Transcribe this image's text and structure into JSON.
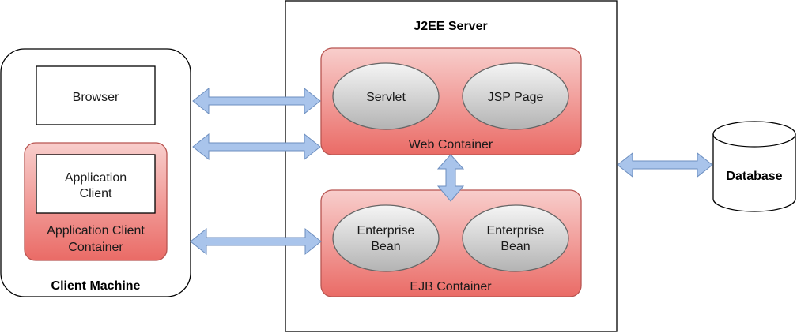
{
  "j2ee_server": {
    "title": "J2EE Server"
  },
  "client_machine": {
    "title": "Client Machine",
    "browser": "Browser",
    "application_client": {
      "line1": "Application",
      "line2": "Client"
    },
    "application_client_container": {
      "line1": "Application Client",
      "line2": "Container"
    }
  },
  "web_container": {
    "label": "Web Container",
    "servlet": "Servlet",
    "jsp_page": "JSP Page"
  },
  "ejb_container": {
    "label": "EJB Container",
    "bean_left": {
      "line1": "Enterprise",
      "line2": "Bean"
    },
    "bean_right": {
      "line1": "Enterprise",
      "line2": "Bean"
    }
  },
  "database": {
    "label": "Database"
  },
  "colors": {
    "container_fill_top": "#f8cecc",
    "container_fill_bottom": "#ea6b66",
    "container_stroke": "#b85450",
    "ellipse_fill_top": "#f5f5f5",
    "ellipse_fill_bottom": "#b3b3b3",
    "ellipse_stroke": "#666666",
    "arrow_fill": "#a9c4eb",
    "arrow_stroke": "#6c8ebf"
  }
}
